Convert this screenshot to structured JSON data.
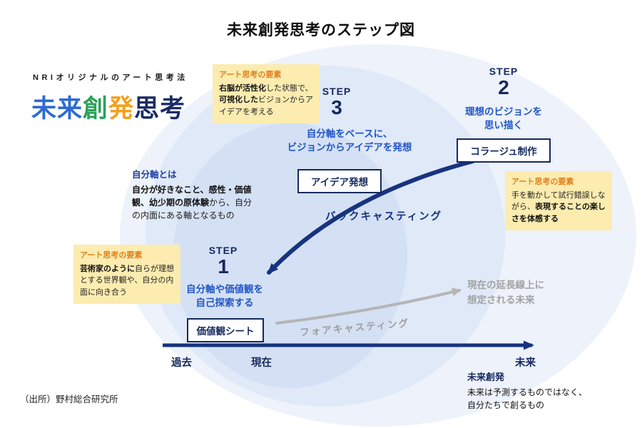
{
  "title": "未来創発思考のステップ図",
  "brand": {
    "tagline": "NRIオリジナルのアート思考法",
    "name": [
      {
        "text": "未来",
        "color": "#2d6ad4"
      },
      {
        "text": "創",
        "color": "#2ba159"
      },
      {
        "text": "発",
        "color": "#f3a01d"
      },
      {
        "text": "思考",
        "color": "#1a2c66"
      }
    ]
  },
  "notes": {
    "top": {
      "header": "アート思考の要素",
      "p1b": "右脳が活性化",
      "p2": "した状態で、",
      "p3b": "可視化した",
      "p4": "ビジョンからアイデアを考える"
    },
    "right": {
      "header": "アート思考の要素",
      "p1": "手を動かして試行錯誤しながら、",
      "p2b": "表現することの楽しさを体感する"
    },
    "left": {
      "header": "アート思考の要素",
      "p1b": "芸術家のように",
      "p2": "自らが理想とする世界観や、自分の内面に向き合う"
    }
  },
  "steps": {
    "s3": {
      "label": "STEP",
      "num": "3",
      "desc1": "自分軸をベースに、",
      "desc2": "ビジョンからアイデアを発想",
      "box": "アイデア発想"
    },
    "s2": {
      "label": "STEP",
      "num": "2",
      "desc1": "理想のビジョンを",
      "desc2": "思い描く",
      "box": "コラージュ制作"
    },
    "s1": {
      "label": "STEP",
      "num": "1",
      "desc1": "自分軸や価値観を",
      "desc2": "自己探索する",
      "box": "価値観シート"
    }
  },
  "axis_def": {
    "heading": "自分軸とは",
    "bold": "自分が好きなこと、感性・価値観、幼少期の原体験",
    "rest": "から、自分の内面にある軸となるもの"
  },
  "labels": {
    "backcasting": "バックキャスティング",
    "forecasting": "フォアキャスティング",
    "extension1": "現在の延長線上に",
    "extension2": "想定される未来"
  },
  "timeline": {
    "past": "過去",
    "present": "現在",
    "future": "未来"
  },
  "future_note": {
    "heading": "未来創発",
    "body1": "未来は予測するものではなく、",
    "body2": "自分たちで創るもの"
  },
  "source": "（出所）野村総合研究所",
  "colors": {
    "navy": "#16295e",
    "arrow_navy": "#17337f",
    "step_desc_blue": "#2256c7",
    "gray_arrow": "#b5b5b5",
    "gray_text": "#a3a3a3",
    "note_bg": "#fcecb0",
    "note_header_orange": "#e0821e",
    "ellipse_outer": "#edf2fb",
    "ellipse_mid": "#e0e9f8",
    "ellipse_inner": "#d4e0f4"
  }
}
